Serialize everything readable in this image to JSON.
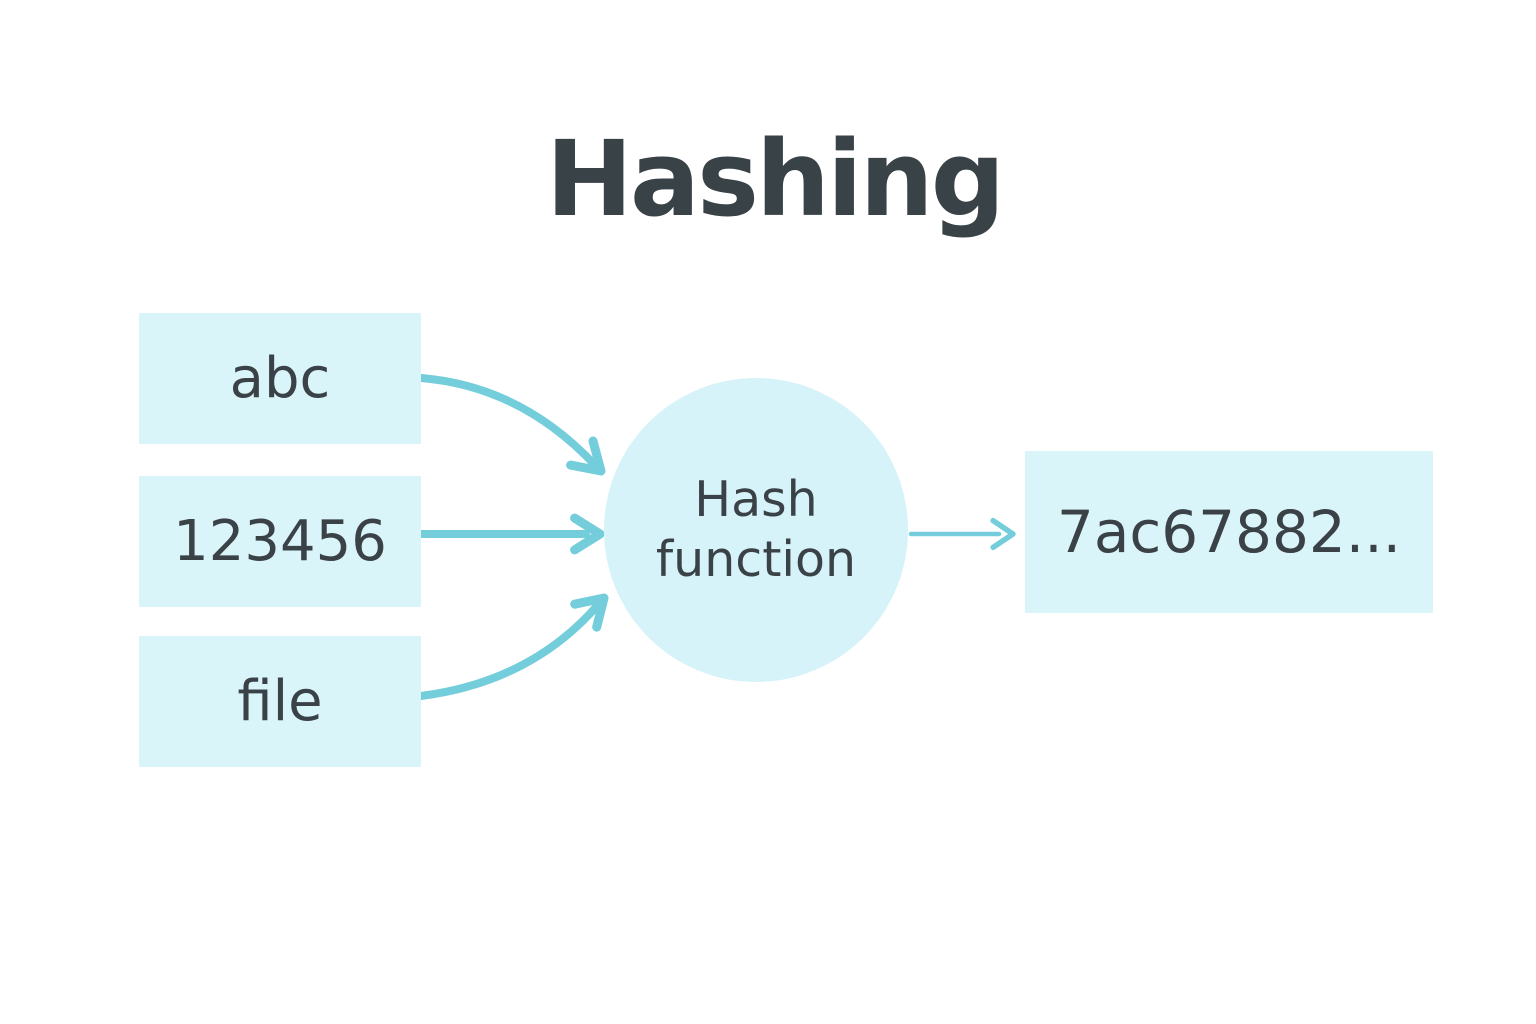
{
  "title": "Hashing",
  "colors": {
    "background": "#ffffff",
    "box_fill": "#d9f5fa",
    "circle_fill": "#d6f3f9",
    "arrow": "#74cdda",
    "text": "#3a4247",
    "title_text": "#394247"
  },
  "diagram": {
    "inputs": [
      {
        "label": "abc"
      },
      {
        "label": "123456"
      },
      {
        "label": "file"
      }
    ],
    "process": {
      "label": "Hash function"
    },
    "output": {
      "label": "7ac67882..."
    }
  }
}
